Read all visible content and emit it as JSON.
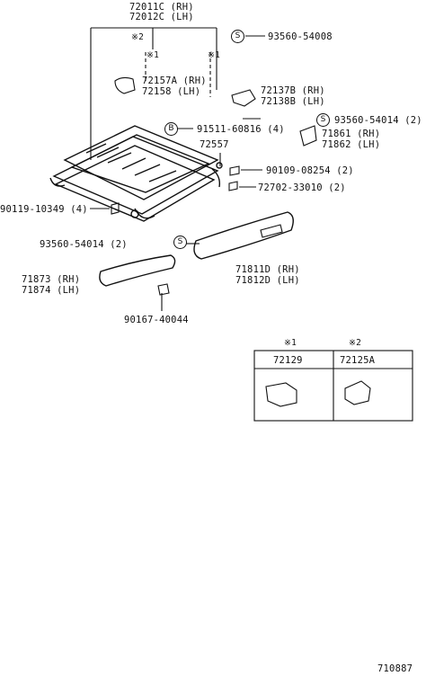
{
  "header": {
    "rh": "72011C (RH)",
    "lh": "72012C (LH)"
  },
  "marks": {
    "n1": "※1",
    "n2": "※2"
  },
  "circles": {
    "s": "S",
    "b": "B"
  },
  "parts": {
    "p93560_54008": "93560-54008",
    "p72157": "72157A (RH)",
    "p72158": "72158  (LH)",
    "p72137": "72137B (RH)",
    "p72138": "72138B (LH)",
    "p93560_54014a": "93560-54014 (2)",
    "p91511": "91511-60816 (4)",
    "p71861": "71861 (RH)",
    "p71862": "71862 (LH)",
    "p72557": "72557",
    "p90109": "90109-08254 (2)",
    "p72702": "72702-33010 (2)",
    "p90119": "90119-10349 (4)",
    "p93560_54014b": "93560-54014 (2)",
    "p71811": "71811D (RH)",
    "p71812": "71812D (LH)",
    "p71873": "71873 (RH)",
    "p71874": "71874 (LH)",
    "p90167": "90167-40044"
  },
  "inset": {
    "col1_mark": "※1",
    "col2_mark": "※2",
    "col1_part": "72129",
    "col2_part": "72125A"
  },
  "footer": {
    "code": "710887"
  }
}
